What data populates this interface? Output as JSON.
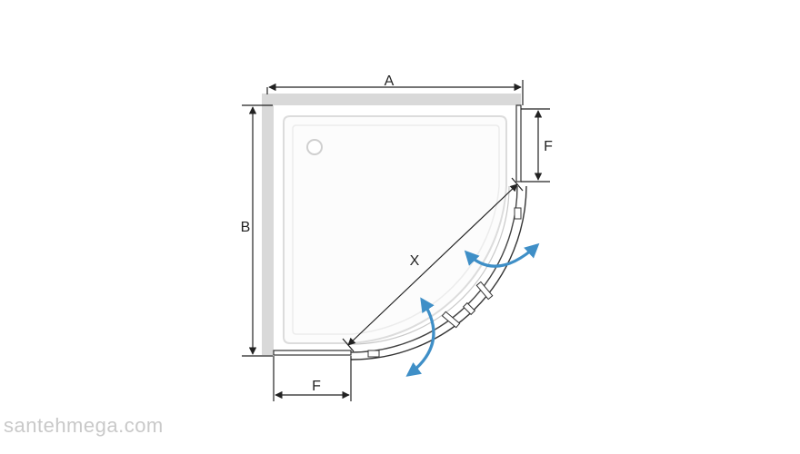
{
  "labels": {
    "a": "A",
    "b": "B",
    "f_right": "F",
    "f_bottom": "F",
    "x": "X"
  },
  "watermark": "santehmega.com",
  "colors": {
    "line": "#222222",
    "frame": "#d9d9d9",
    "tray": "#eeeeee",
    "arrow": "#3f8fc7",
    "watermark": "#c9c9c9"
  }
}
